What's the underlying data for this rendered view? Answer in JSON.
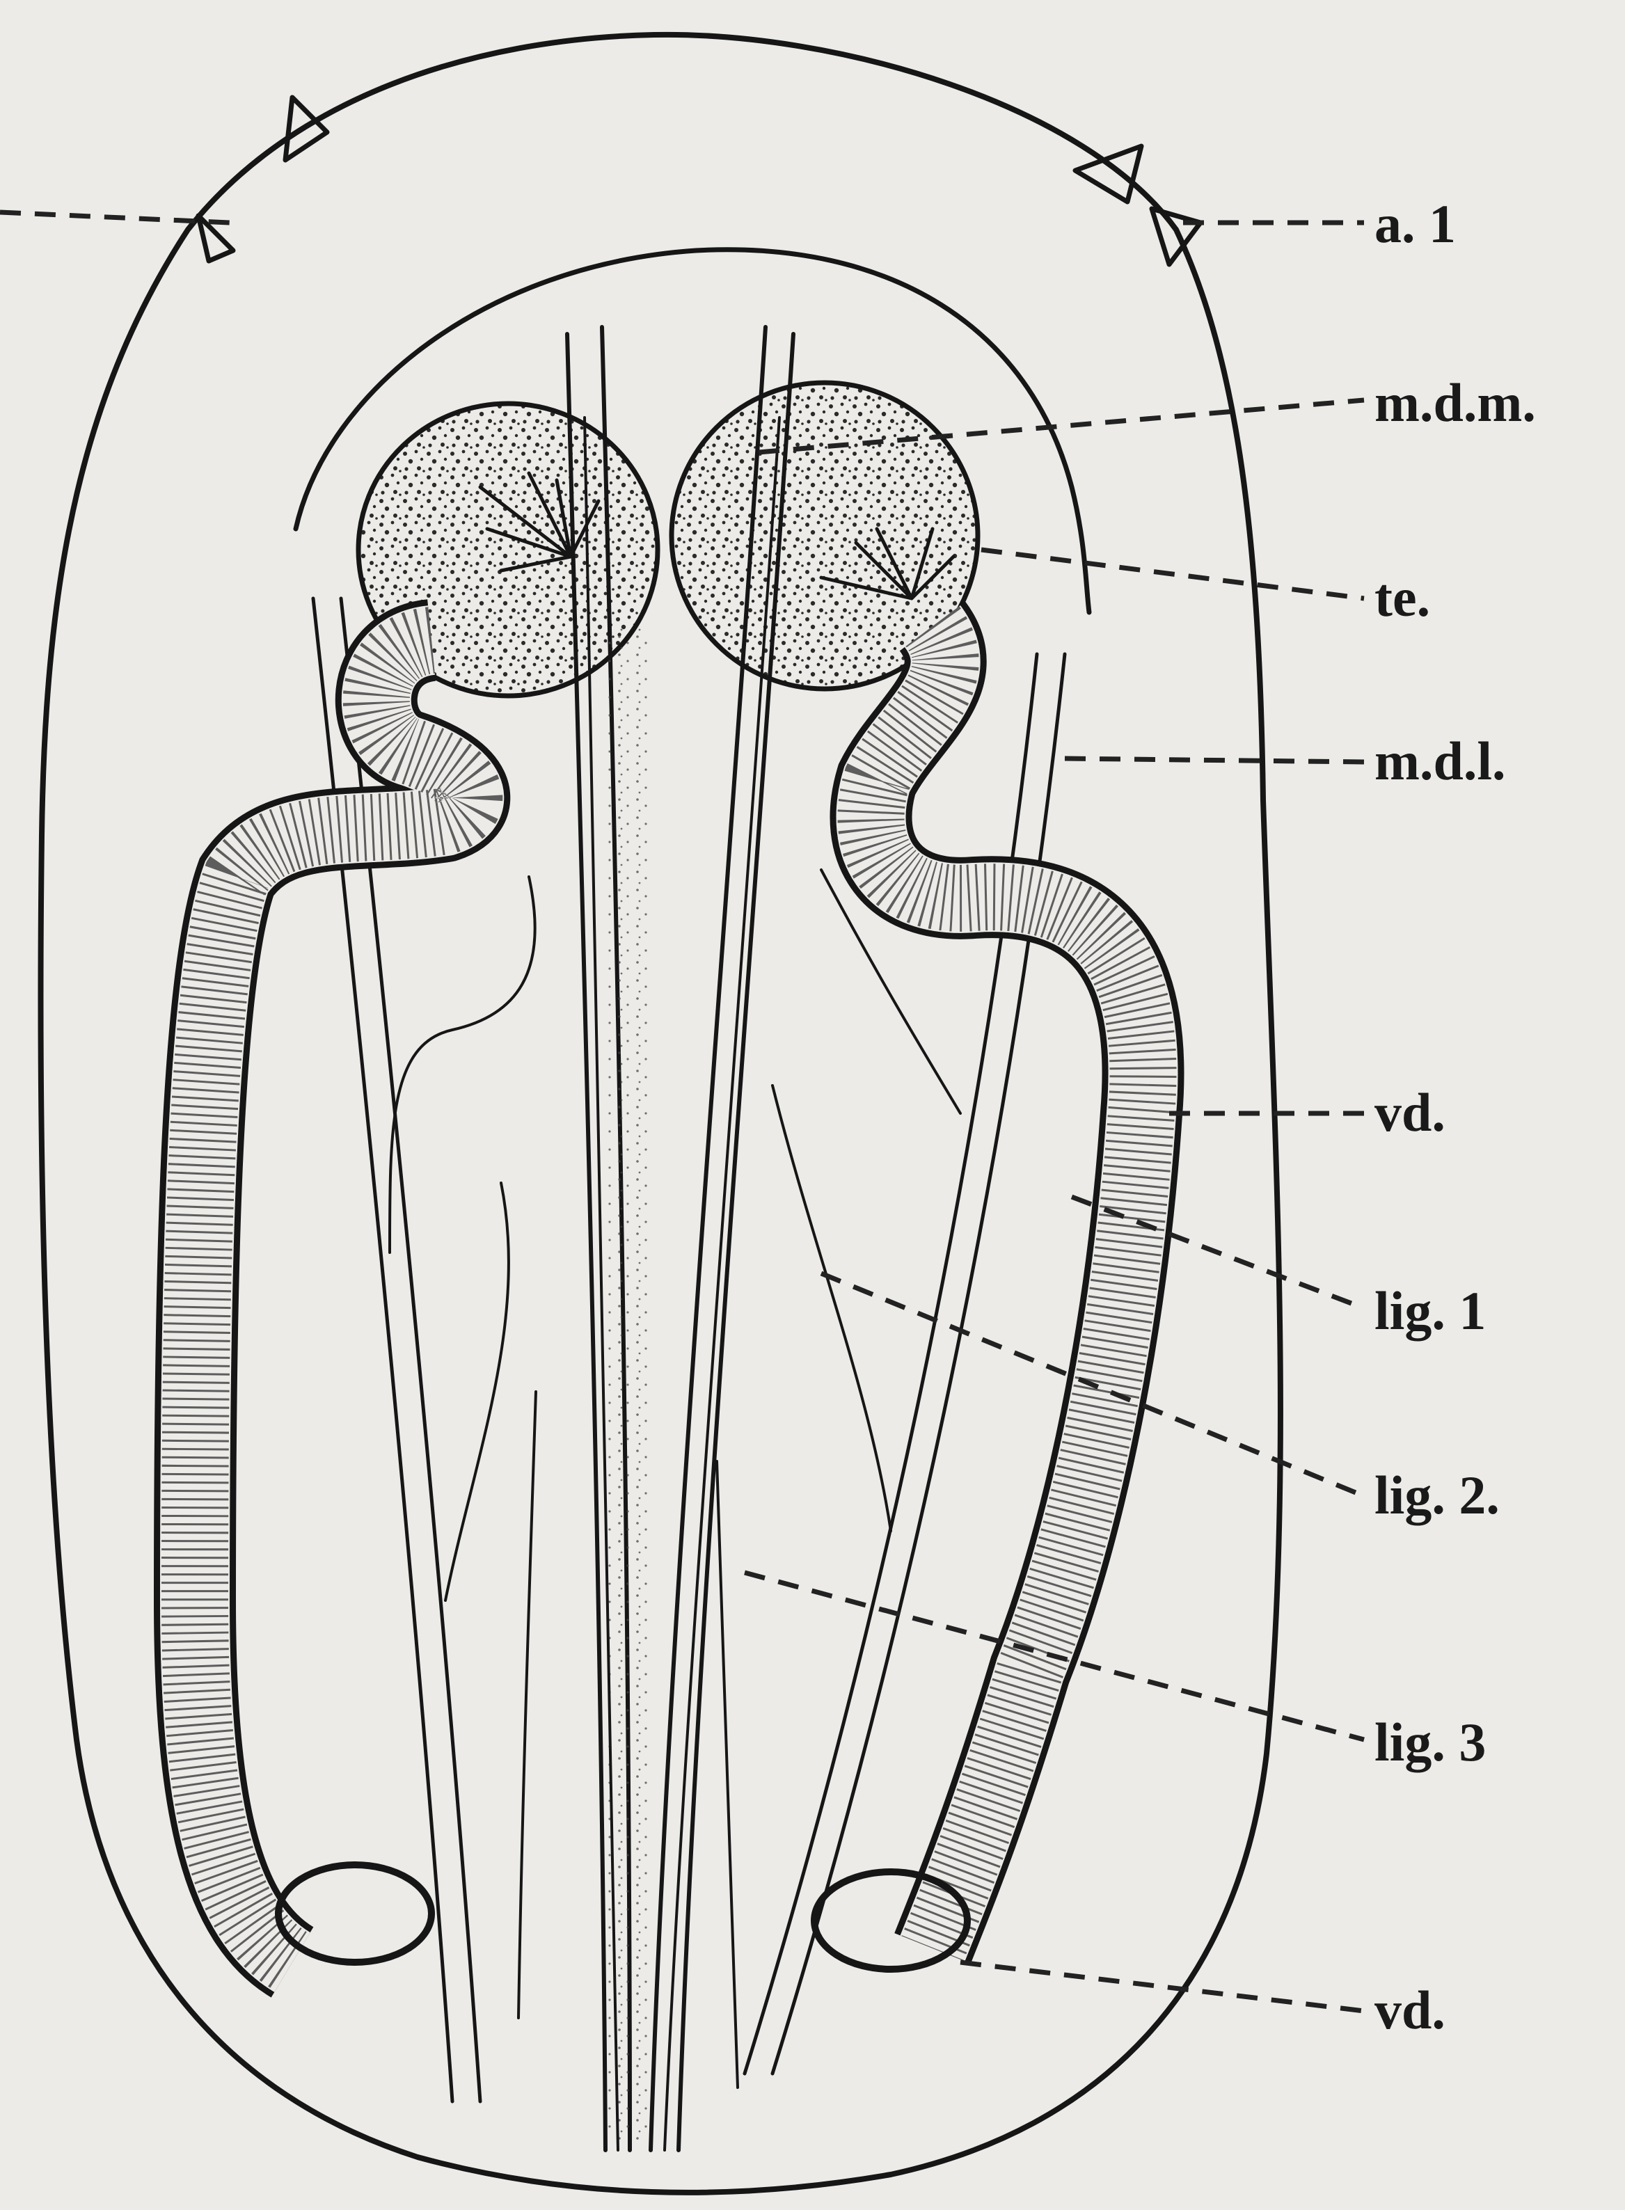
{
  "figure": {
    "subject": "dissected insect abdomen, male reproductive organs",
    "palette": {
      "paper": "#ecebe8",
      "ink": "#161616",
      "stipple": "#2a2a2a"
    }
  },
  "labels": [
    {
      "id": "a1",
      "text": "a. 1"
    },
    {
      "id": "mdm",
      "text": "m.d.m."
    },
    {
      "id": "te",
      "text": "te."
    },
    {
      "id": "mdl",
      "text": "m.d.l."
    },
    {
      "id": "vd_upper",
      "text": "vd."
    },
    {
      "id": "lig1",
      "text": "lig. 1"
    },
    {
      "id": "lig2",
      "text": "lig. 2."
    },
    {
      "id": "lig3",
      "text": "lig. 3"
    },
    {
      "id": "vd_lower",
      "text": "vd."
    }
  ]
}
